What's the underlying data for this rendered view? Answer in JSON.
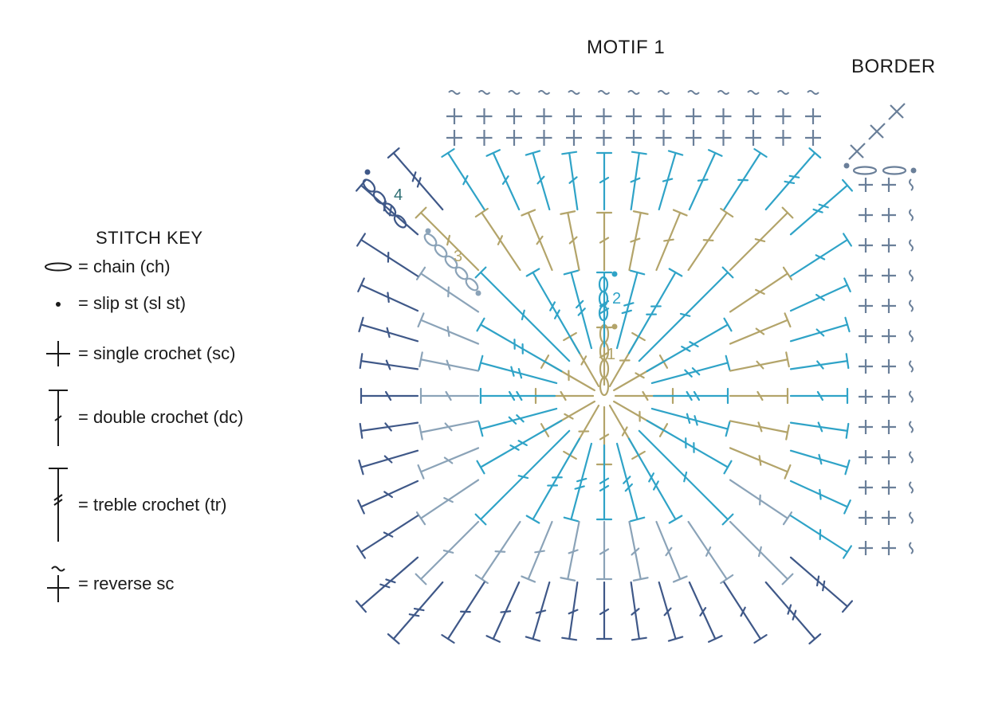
{
  "motif_title": "MOTIF 1",
  "border_title": "BORDER",
  "stitch_key": {
    "title": "STITCH KEY",
    "items": [
      {
        "symbol": "chain-icon",
        "label": "= chain (ch)"
      },
      {
        "symbol": "slip-stitch-icon",
        "label": "= slip st (sl st)"
      },
      {
        "symbol": "single-crochet-icon",
        "label": "= single crochet (sc)"
      },
      {
        "symbol": "double-crochet-icon",
        "label": "= double crochet (dc)"
      },
      {
        "symbol": "treble-crochet-icon",
        "label": "= treble crochet (tr)"
      },
      {
        "symbol": "reverse-sc-icon",
        "label": "= reverse sc"
      }
    ]
  },
  "round_labels": [
    "1",
    "2",
    "3",
    "4"
  ],
  "colors": {
    "round1": "#b3a46a",
    "round2": "#2fa3c7",
    "round3": "#8ba3b8",
    "round4": "#3f5888",
    "border": "#6a7f99",
    "text": "#1a1a1a"
  }
}
